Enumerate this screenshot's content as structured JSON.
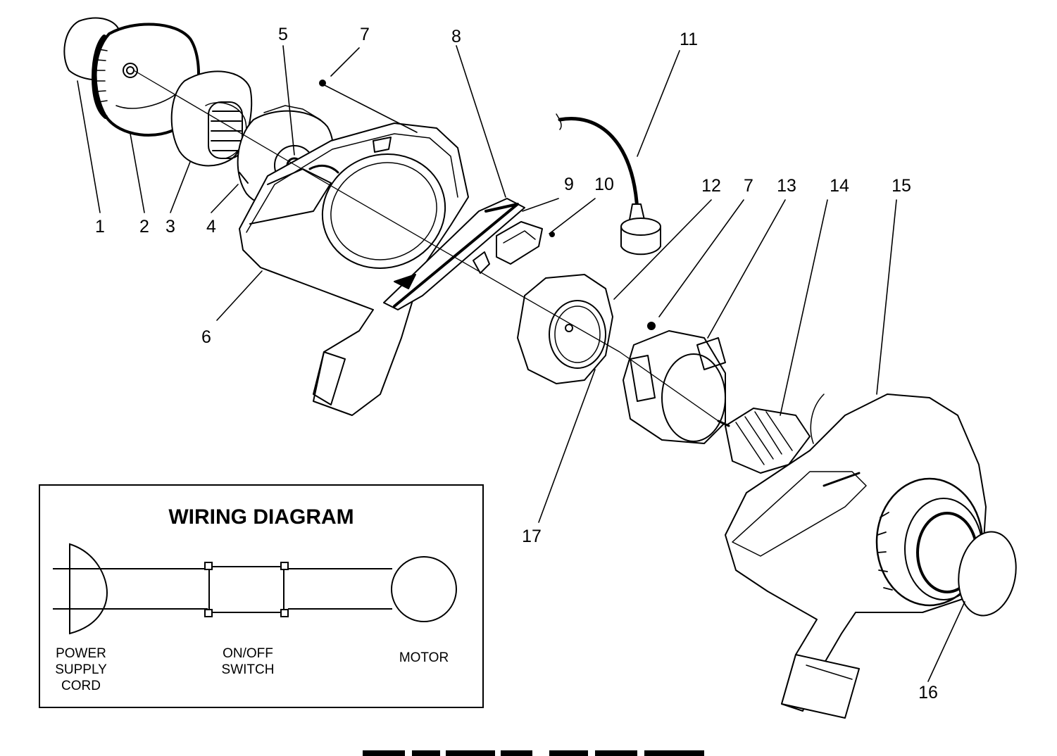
{
  "callouts": [
    "1",
    "2",
    "3",
    "4",
    "5",
    "6",
    "7",
    "8",
    "9",
    "10",
    "11",
    "12",
    "7",
    "13",
    "14",
    "15",
    "16",
    "17"
  ],
  "wiring": {
    "title": "WIRING DIAGRAM",
    "power_cord": [
      "POWER",
      "SUPPLY",
      "CORD"
    ],
    "switch": [
      "ON/OFF",
      "SWITCH"
    ],
    "motor": "MOTOR"
  }
}
